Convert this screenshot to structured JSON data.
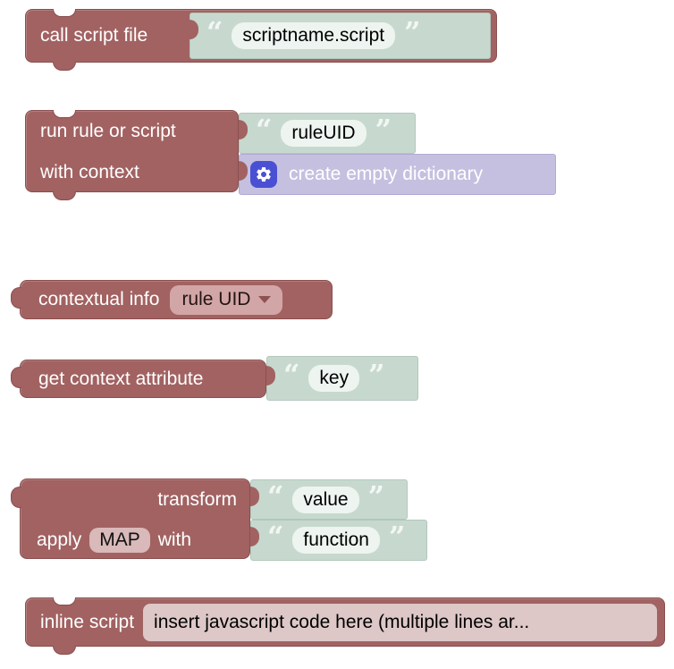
{
  "glyphs": {
    "quote_open": "“",
    "quote_close": "”"
  },
  "colors": {
    "block_red_brown": "#a26262",
    "block_border": "#8a4f4f",
    "string_block_green": "#c7d9cf",
    "dictionary_block_purple": "#c5c0e0",
    "gear_button_blue": "#4a50d4",
    "text_field_light": "#eef4f0",
    "dropdown_pink": "#d2a6a6",
    "inline_field_pink": "#ddc7c7"
  },
  "blocks": {
    "call_script_file": {
      "label": "call script file",
      "script_name": "scriptname.script"
    },
    "run_rule_or_script": {
      "label": "run rule or script",
      "rule_uid": "ruleUID",
      "context_label": "with context",
      "context_block_label": "create empty dictionary"
    },
    "contextual_info": {
      "label": "contextual info",
      "selected_option": "rule UID"
    },
    "get_context_attribute": {
      "label": "get context attribute",
      "key": "key"
    },
    "transform": {
      "label": "transform",
      "value": "value",
      "apply_label": "apply",
      "transformation_type": "MAP",
      "with_label": "with",
      "function": "function"
    },
    "inline_script": {
      "label": "inline script",
      "code_text": "insert javascript code here (multiple lines ar..."
    }
  }
}
